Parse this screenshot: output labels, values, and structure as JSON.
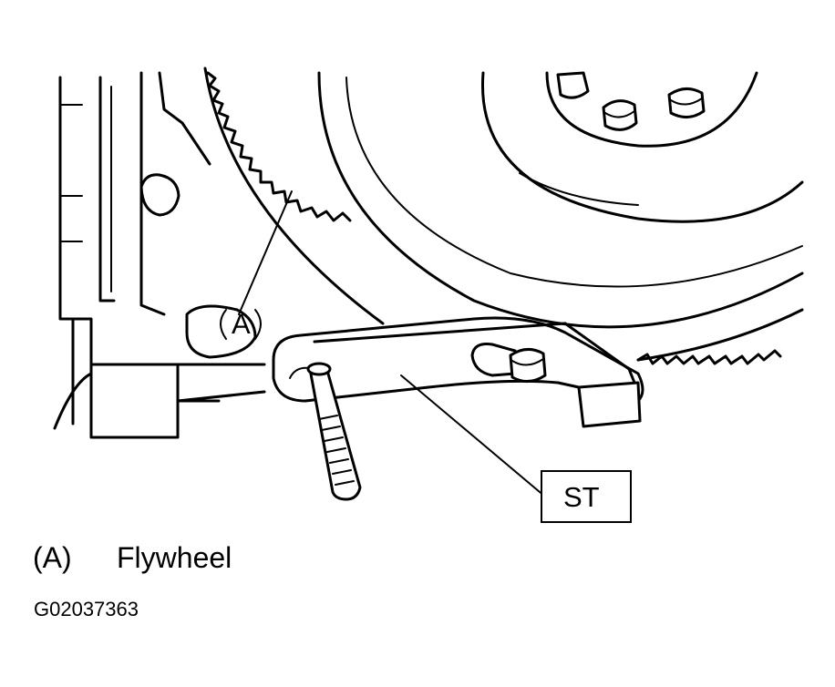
{
  "callouts": {
    "a_label": "(A)",
    "st_label": "ST"
  },
  "legend": {
    "key": "(A)",
    "description": "Flywheel"
  },
  "figure_id": "G02037363"
}
